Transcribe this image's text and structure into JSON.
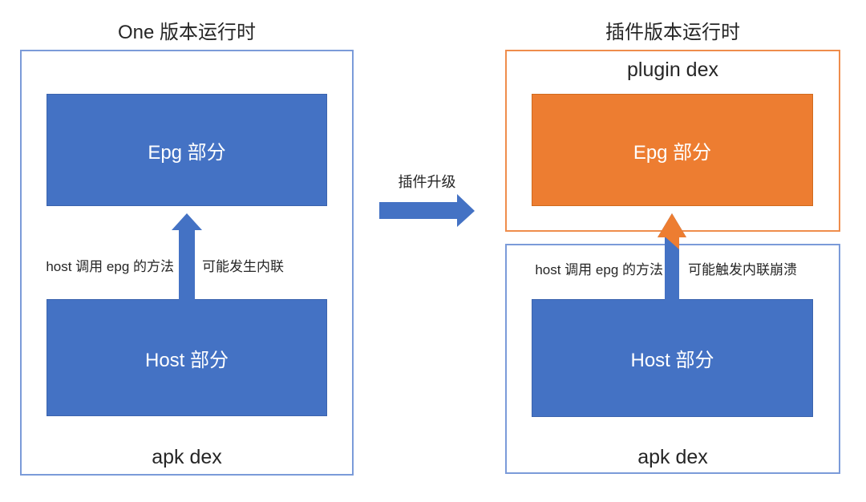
{
  "colors": {
    "blue": "#4472C4",
    "orange": "#ED7D31",
    "blue_border": "#7b9bd9",
    "orange_border": "#ef8d4c",
    "text": "#262626"
  },
  "left": {
    "title": "One 版本运行时",
    "epg_label": "Epg 部分",
    "host_label": "Host 部分",
    "container_label": "apk dex",
    "call_label": "host 调用 epg 的方法",
    "inline_label": "可能发生内联"
  },
  "middle": {
    "upgrade_label": "插件升级"
  },
  "right": {
    "title": "插件版本运行时",
    "plugin_container_label": "plugin dex",
    "epg_label": "Epg 部分",
    "host_label": "Host 部分",
    "apk_container_label": "apk dex",
    "call_label": "host 调用 epg 的方法",
    "crash_label": "可能触发内联崩溃"
  }
}
